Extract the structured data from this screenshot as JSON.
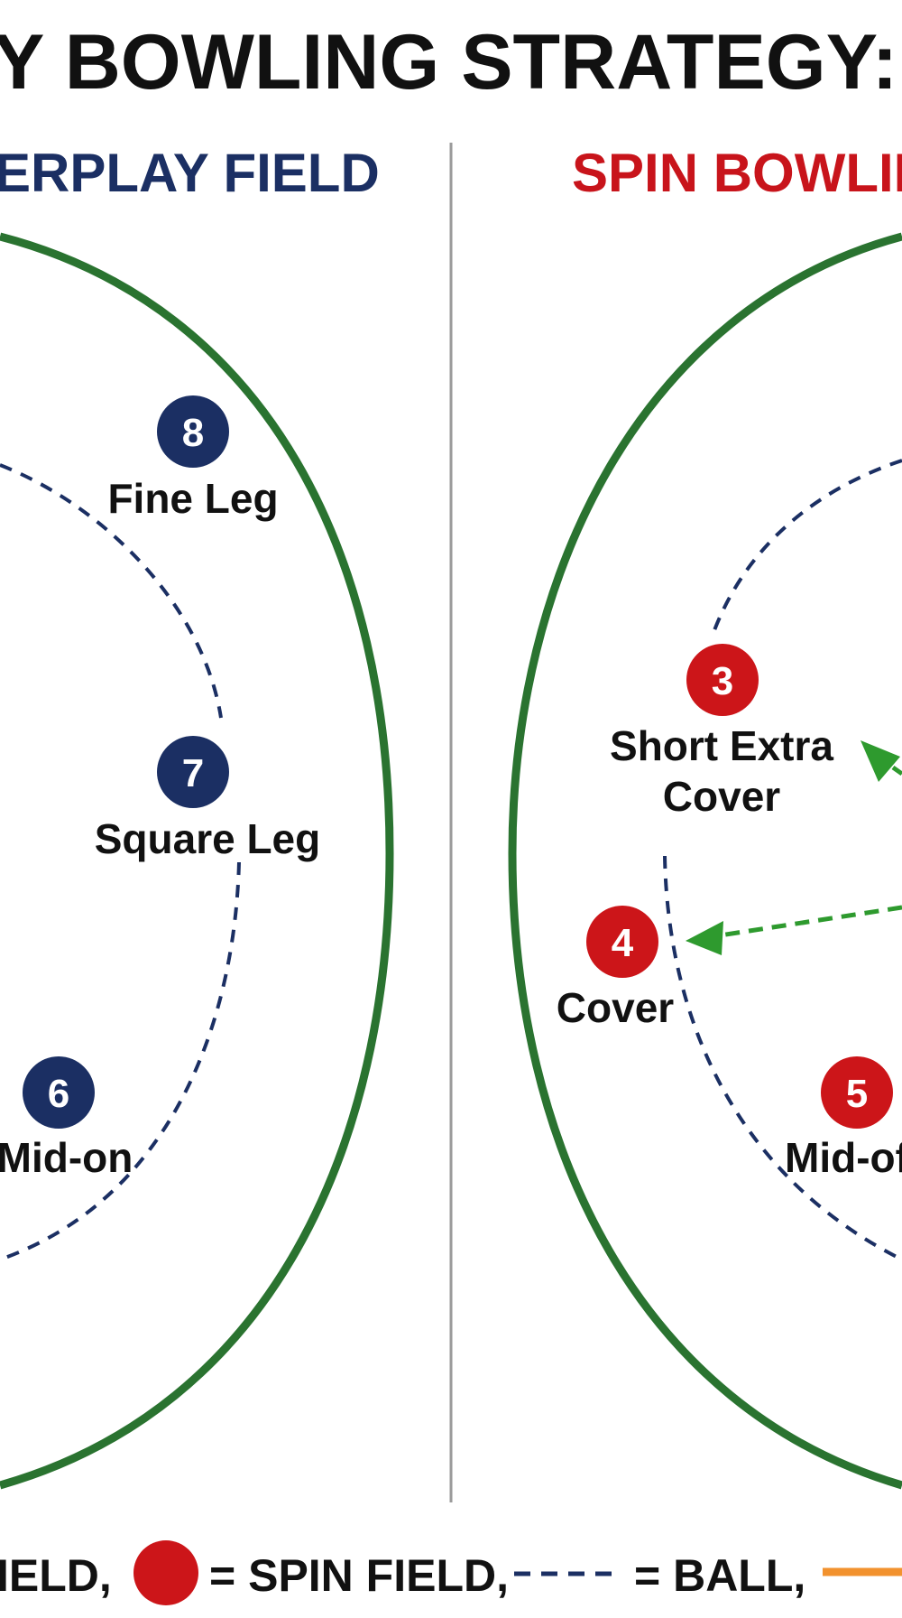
{
  "title": "Y BOWLING STRATEGY: SE",
  "panels": {
    "left": {
      "heading": "ERPLAY FIELD",
      "heading_color": "#1b2f63"
    },
    "right": {
      "heading": "SPIN BOWLIN",
      "heading_color": "#c8141b"
    }
  },
  "colors": {
    "boundary": "#2a7330",
    "ring_dash": "#1b2f63",
    "pace_marker": "#1b2f63",
    "spin_marker": "#cc1519",
    "arrow": "#2e9a2e",
    "divider": "#9a9a9a",
    "legend_orange": "#f2922e"
  },
  "fielders": {
    "left": [
      {
        "number": "8",
        "label_lines": [
          "Fine Leg"
        ]
      },
      {
        "number": "7",
        "label_lines": [
          "Square Leg"
        ]
      },
      {
        "number": "6",
        "label_lines": [
          "Mid-on"
        ]
      }
    ],
    "right": [
      {
        "number": "3",
        "label_lines": [
          "Short Extra",
          "Cover"
        ]
      },
      {
        "number": "4",
        "label_lines": [
          "Cover"
        ]
      },
      {
        "number": "5",
        "label_lines": [
          "Mid-of"
        ]
      }
    ]
  },
  "legend": {
    "pace_text": "IELD,",
    "spin_text": "= SPIN FIELD,",
    "ball_text": "= BALL,"
  }
}
